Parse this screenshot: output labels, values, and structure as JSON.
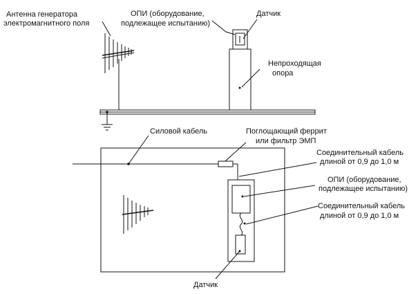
{
  "top_view": {
    "antenna_label_1": "Антенна генератора",
    "antenna_label_2": "электромагнитного поля",
    "eut_label_1": "ОПИ (оборудование,",
    "eut_label_2": "подлежащее испытанию)",
    "sensor_label": "Датчик",
    "support_label_1": "Непроходящая",
    "support_label_2": "опора"
  },
  "bottom_view": {
    "power_cable_label": "Силовой кабель",
    "ferrite_label_1": "Поглощающий феррит",
    "ferrite_label_2": "или фильтр ЭМП",
    "cable1_label_1": "Соединительный кабель",
    "cable1_label_2": "длиной от 0,9 до 1,0 м",
    "eut_label_1": "ОПИ (оборудование,",
    "eut_label_2": "подлежащее испытанию)",
    "cable2_label_1": "Соединительный кабель",
    "cable2_label_2": "длиной от 0,9 до 1,0 м",
    "sensor_label": "Датчик"
  }
}
